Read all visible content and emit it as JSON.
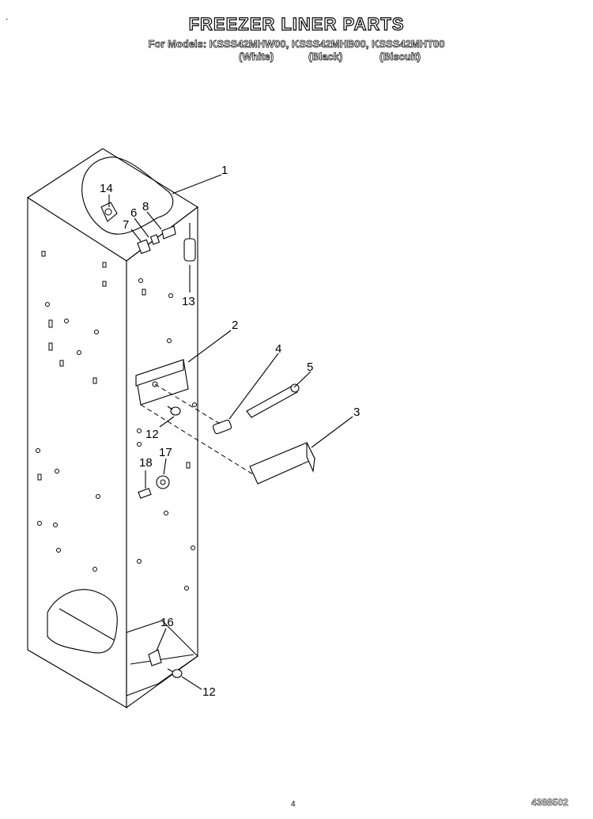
{
  "header": {
    "title": "FREEZER LINER PARTS",
    "models_line": "For Models: KSSS42MHW00, KSSS42MHB00, KSSS42MHT00",
    "variants": [
      "(White)",
      "(Black)",
      "(Biscuit)"
    ]
  },
  "callouts": [
    {
      "id": "c1",
      "label": "1"
    },
    {
      "id": "c2",
      "label": "2"
    },
    {
      "id": "c3",
      "label": "3"
    },
    {
      "id": "c4",
      "label": "4"
    },
    {
      "id": "c5",
      "label": "5"
    },
    {
      "id": "c6",
      "label": "6"
    },
    {
      "id": "c7",
      "label": "7"
    },
    {
      "id": "c8",
      "label": "8"
    },
    {
      "id": "c12a",
      "label": "12"
    },
    {
      "id": "c12b",
      "label": "12"
    },
    {
      "id": "c13",
      "label": "13"
    },
    {
      "id": "c14",
      "label": "14"
    },
    {
      "id": "c16",
      "label": "16"
    },
    {
      "id": "c17",
      "label": "17"
    },
    {
      "id": "c18",
      "label": "18"
    }
  ],
  "footer": {
    "page_number": "4",
    "doc_number": "4388502"
  },
  "dot_mark": "."
}
